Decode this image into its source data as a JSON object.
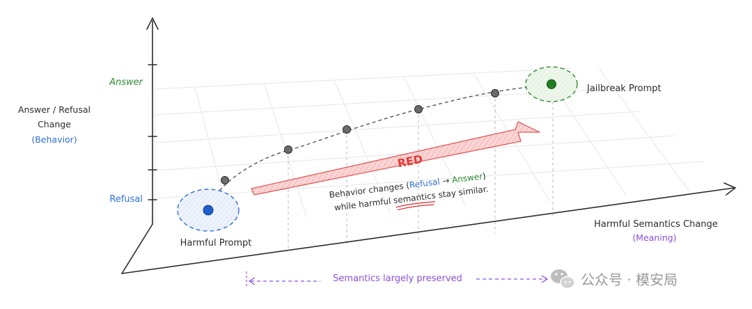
{
  "axes": {
    "y_title": [
      "Answer / Refusal",
      "Change"
    ],
    "y_subtitle": "(Behavior)",
    "x_title": "Harmful Semantics Change",
    "x_subtitle": "(Meaning)",
    "y_tick_top": "Answer",
    "y_tick_bottom": "Refusal"
  },
  "points": {
    "start_label": "Harmful Prompt",
    "end_label": "Jailbreak Prompt"
  },
  "arrow": {
    "label": "RED"
  },
  "caption": {
    "part1": "Behavior changes (",
    "refusal": "Refusal",
    "arrow": " → ",
    "answer": "Answer",
    "part2": ")",
    "line2_a": "while harmful ",
    "line2_b": "semantics",
    "line2_c": " stay similar."
  },
  "bottom_note": "Semantics largely preserved",
  "watermark": {
    "text": "公众号 · 模安局",
    "icon": "wechat-icon"
  },
  "colors": {
    "refusal": "#2f6fd6",
    "answer": "#2f8a2f",
    "meaning": "#8b4fd9",
    "red_arrow": "#f08a8a"
  }
}
